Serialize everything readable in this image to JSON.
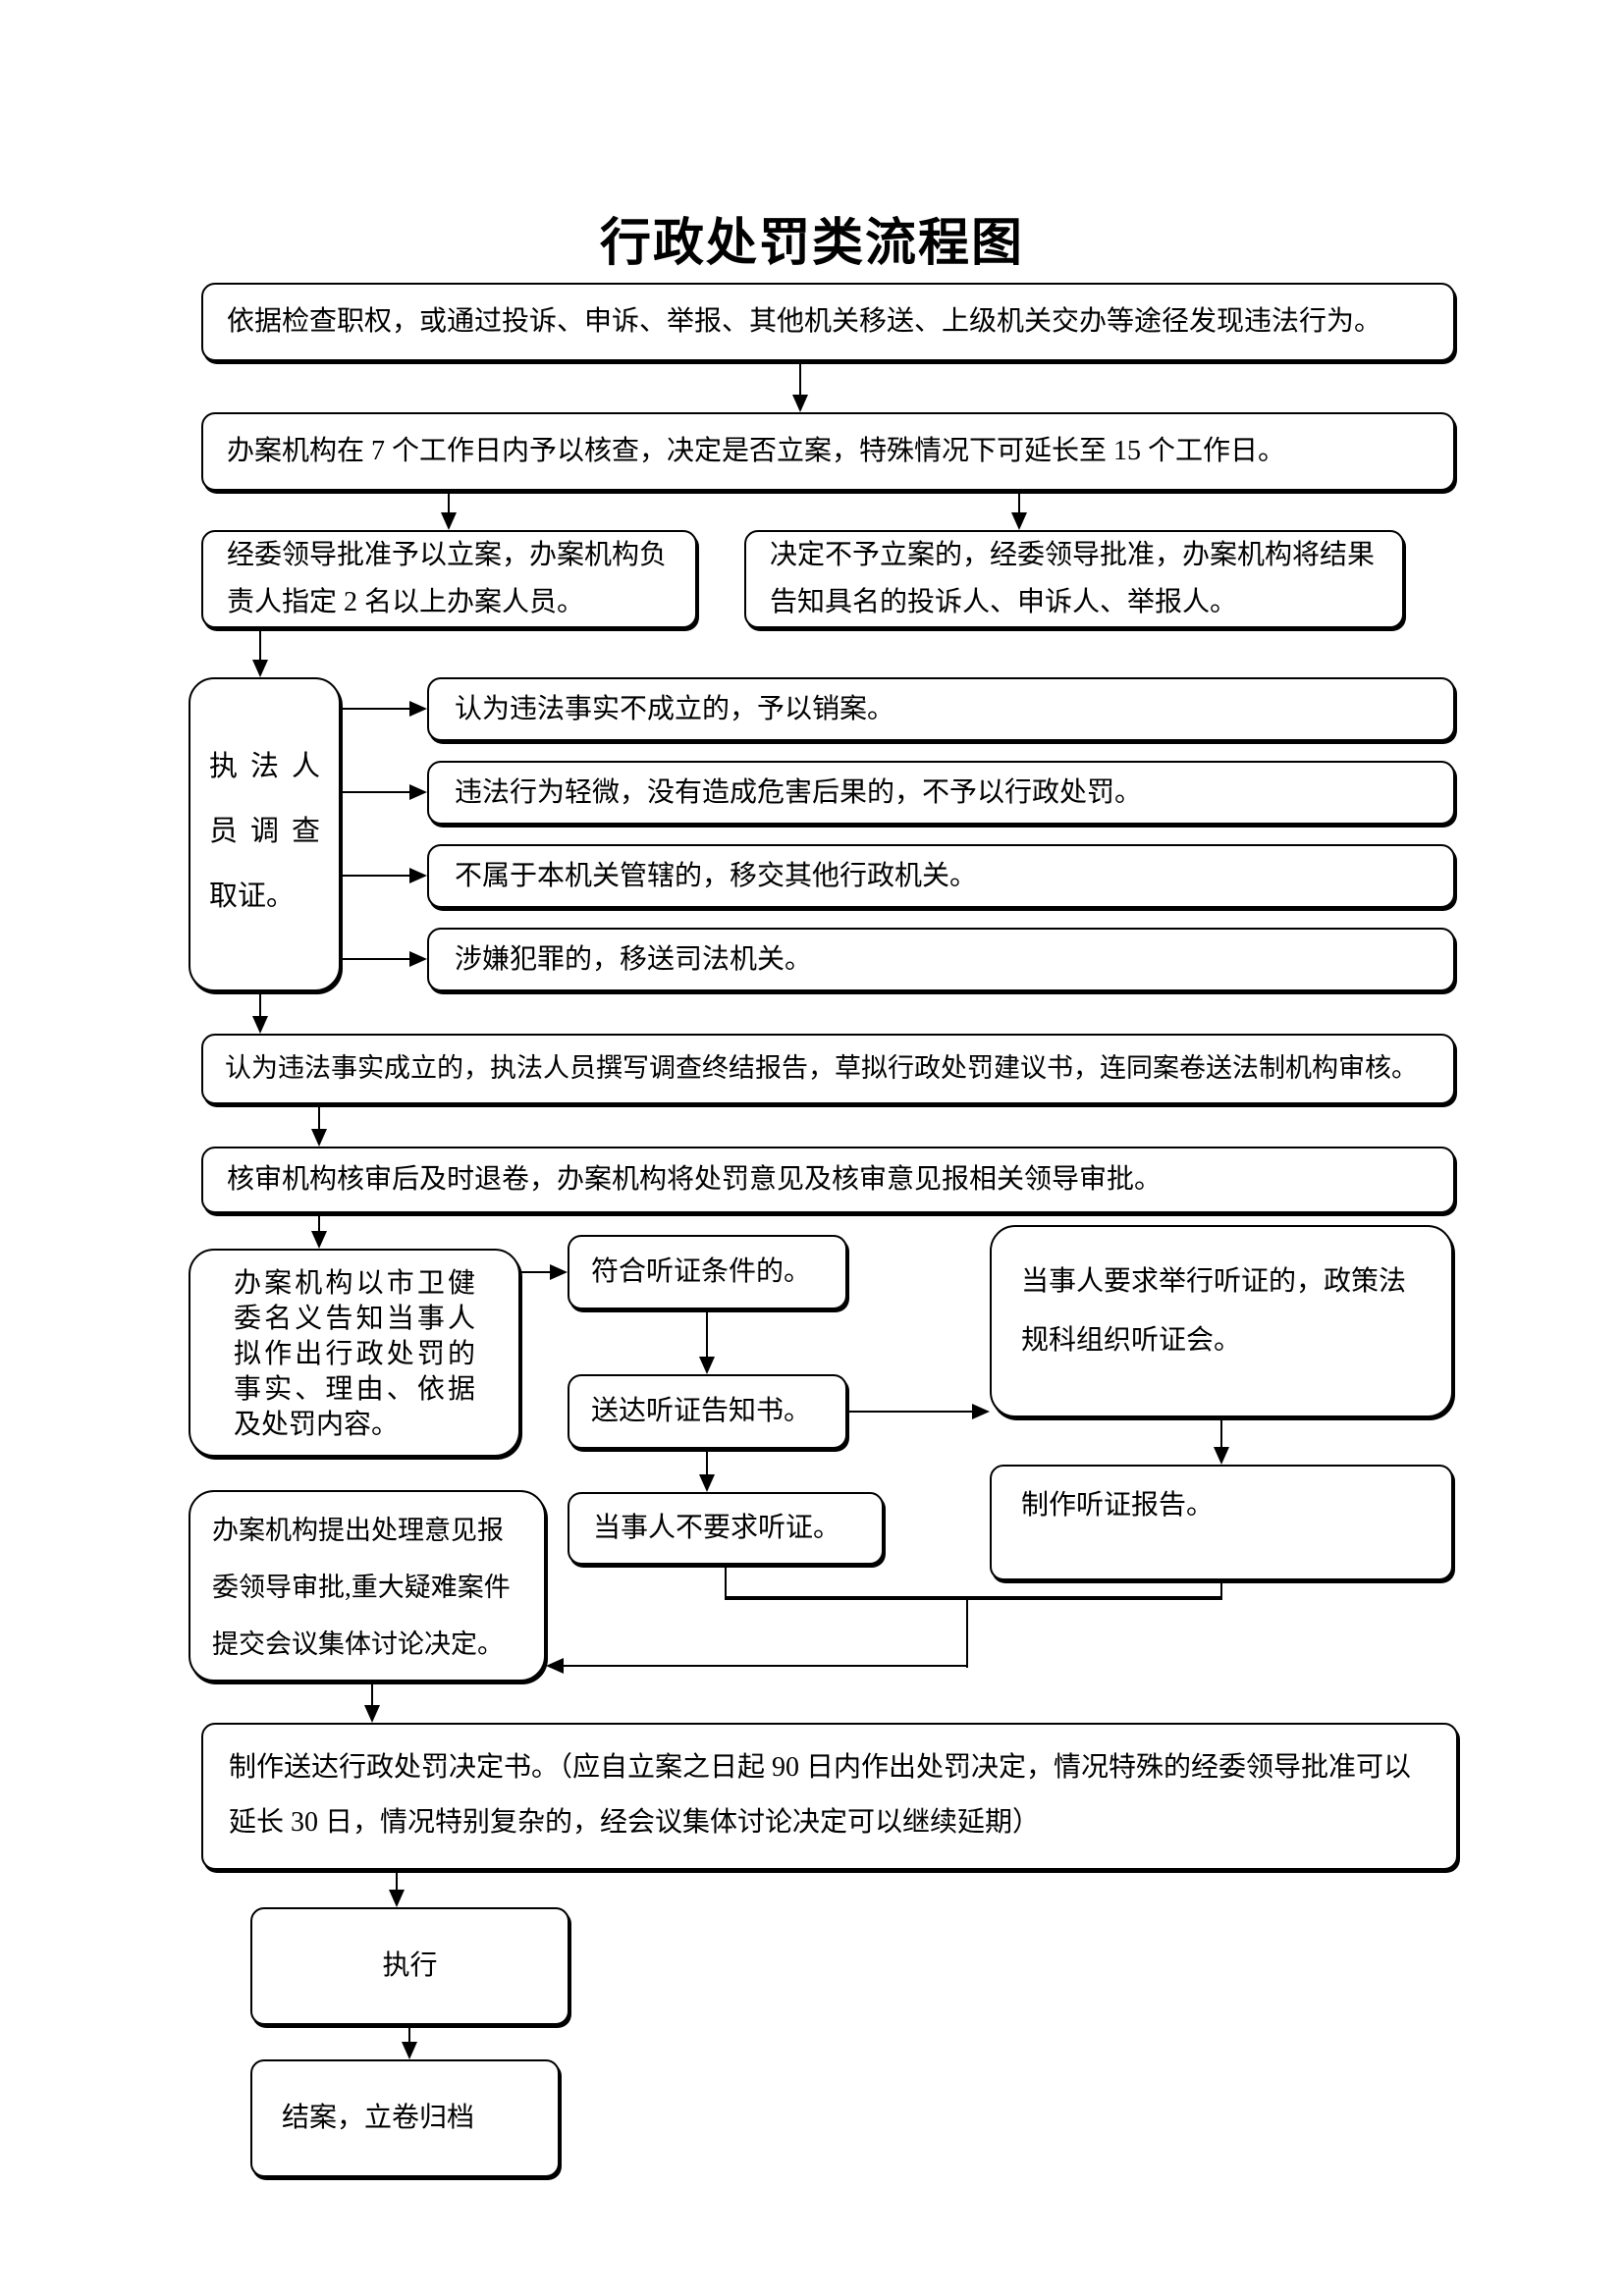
{
  "title": "行政处罚类流程图",
  "nodes": {
    "discover": "依据检查职权，或通过投诉、申诉、举报、其他机关移送、上级机关交办等途径发现违法行为。",
    "preliminary_check": "办案机构在 7 个工作日内予以核查，决定是否立案，特殊情况下可延长至 15 个工作日。",
    "file_case": "经委领导批准予以立案，办案机构负责人指定 2 名以上办案人员。",
    "no_file_case": "决定不予立案的，经委领导批准，办案机构将结果告知具名的投诉人、申诉人、举报人。",
    "investigate": "执法人员调查取证。",
    "close_no_violation": "认为违法事实不成立的，予以销案。",
    "minor_no_penalty": "违法行为轻微，没有造成危害后果的，不予以行政处罚。",
    "transfer_other_admin": "不属于本机关管辖的，移交其他行政机关。",
    "transfer_judicial": "涉嫌犯罪的，移送司法机关。",
    "report_to_legal": "认为违法事实成立的，执法人员撰写调查终结报告，草拟行政处罚建议书，连同案卷送法制机构审核。",
    "review_return": "核审机构核审后及时退卷，办案机构将处罚意见及核审意见报相关领导审批。",
    "notify_party": "办案机构以市卫健委名义告知当事人拟作出行政处罚的事实、理由、依据及处罚内容。",
    "hearing_eligible": "符合听证条件的。",
    "serve_hearing_notice": "送达听证告知书。",
    "hold_hearing": "当事人要求举行听证的，政策法规科组织听证会。",
    "hearing_report": "制作听证报告。",
    "no_hearing_request": "当事人不要求听证。",
    "propose_opinion": "办案机构提出处理意见报委领导审批,重大疑难案件提交会议集体讨论决定。",
    "decision_letter": "制作送达行政处罚决定书。（应自立案之日起 90 日内作出处罚决定，情况特殊的经委领导批准可以延长 30 日，情况特别复杂的，经会议集体讨论决定可以继续延期）",
    "execute": "执行",
    "close_archive": "结案，立卷归档"
  }
}
